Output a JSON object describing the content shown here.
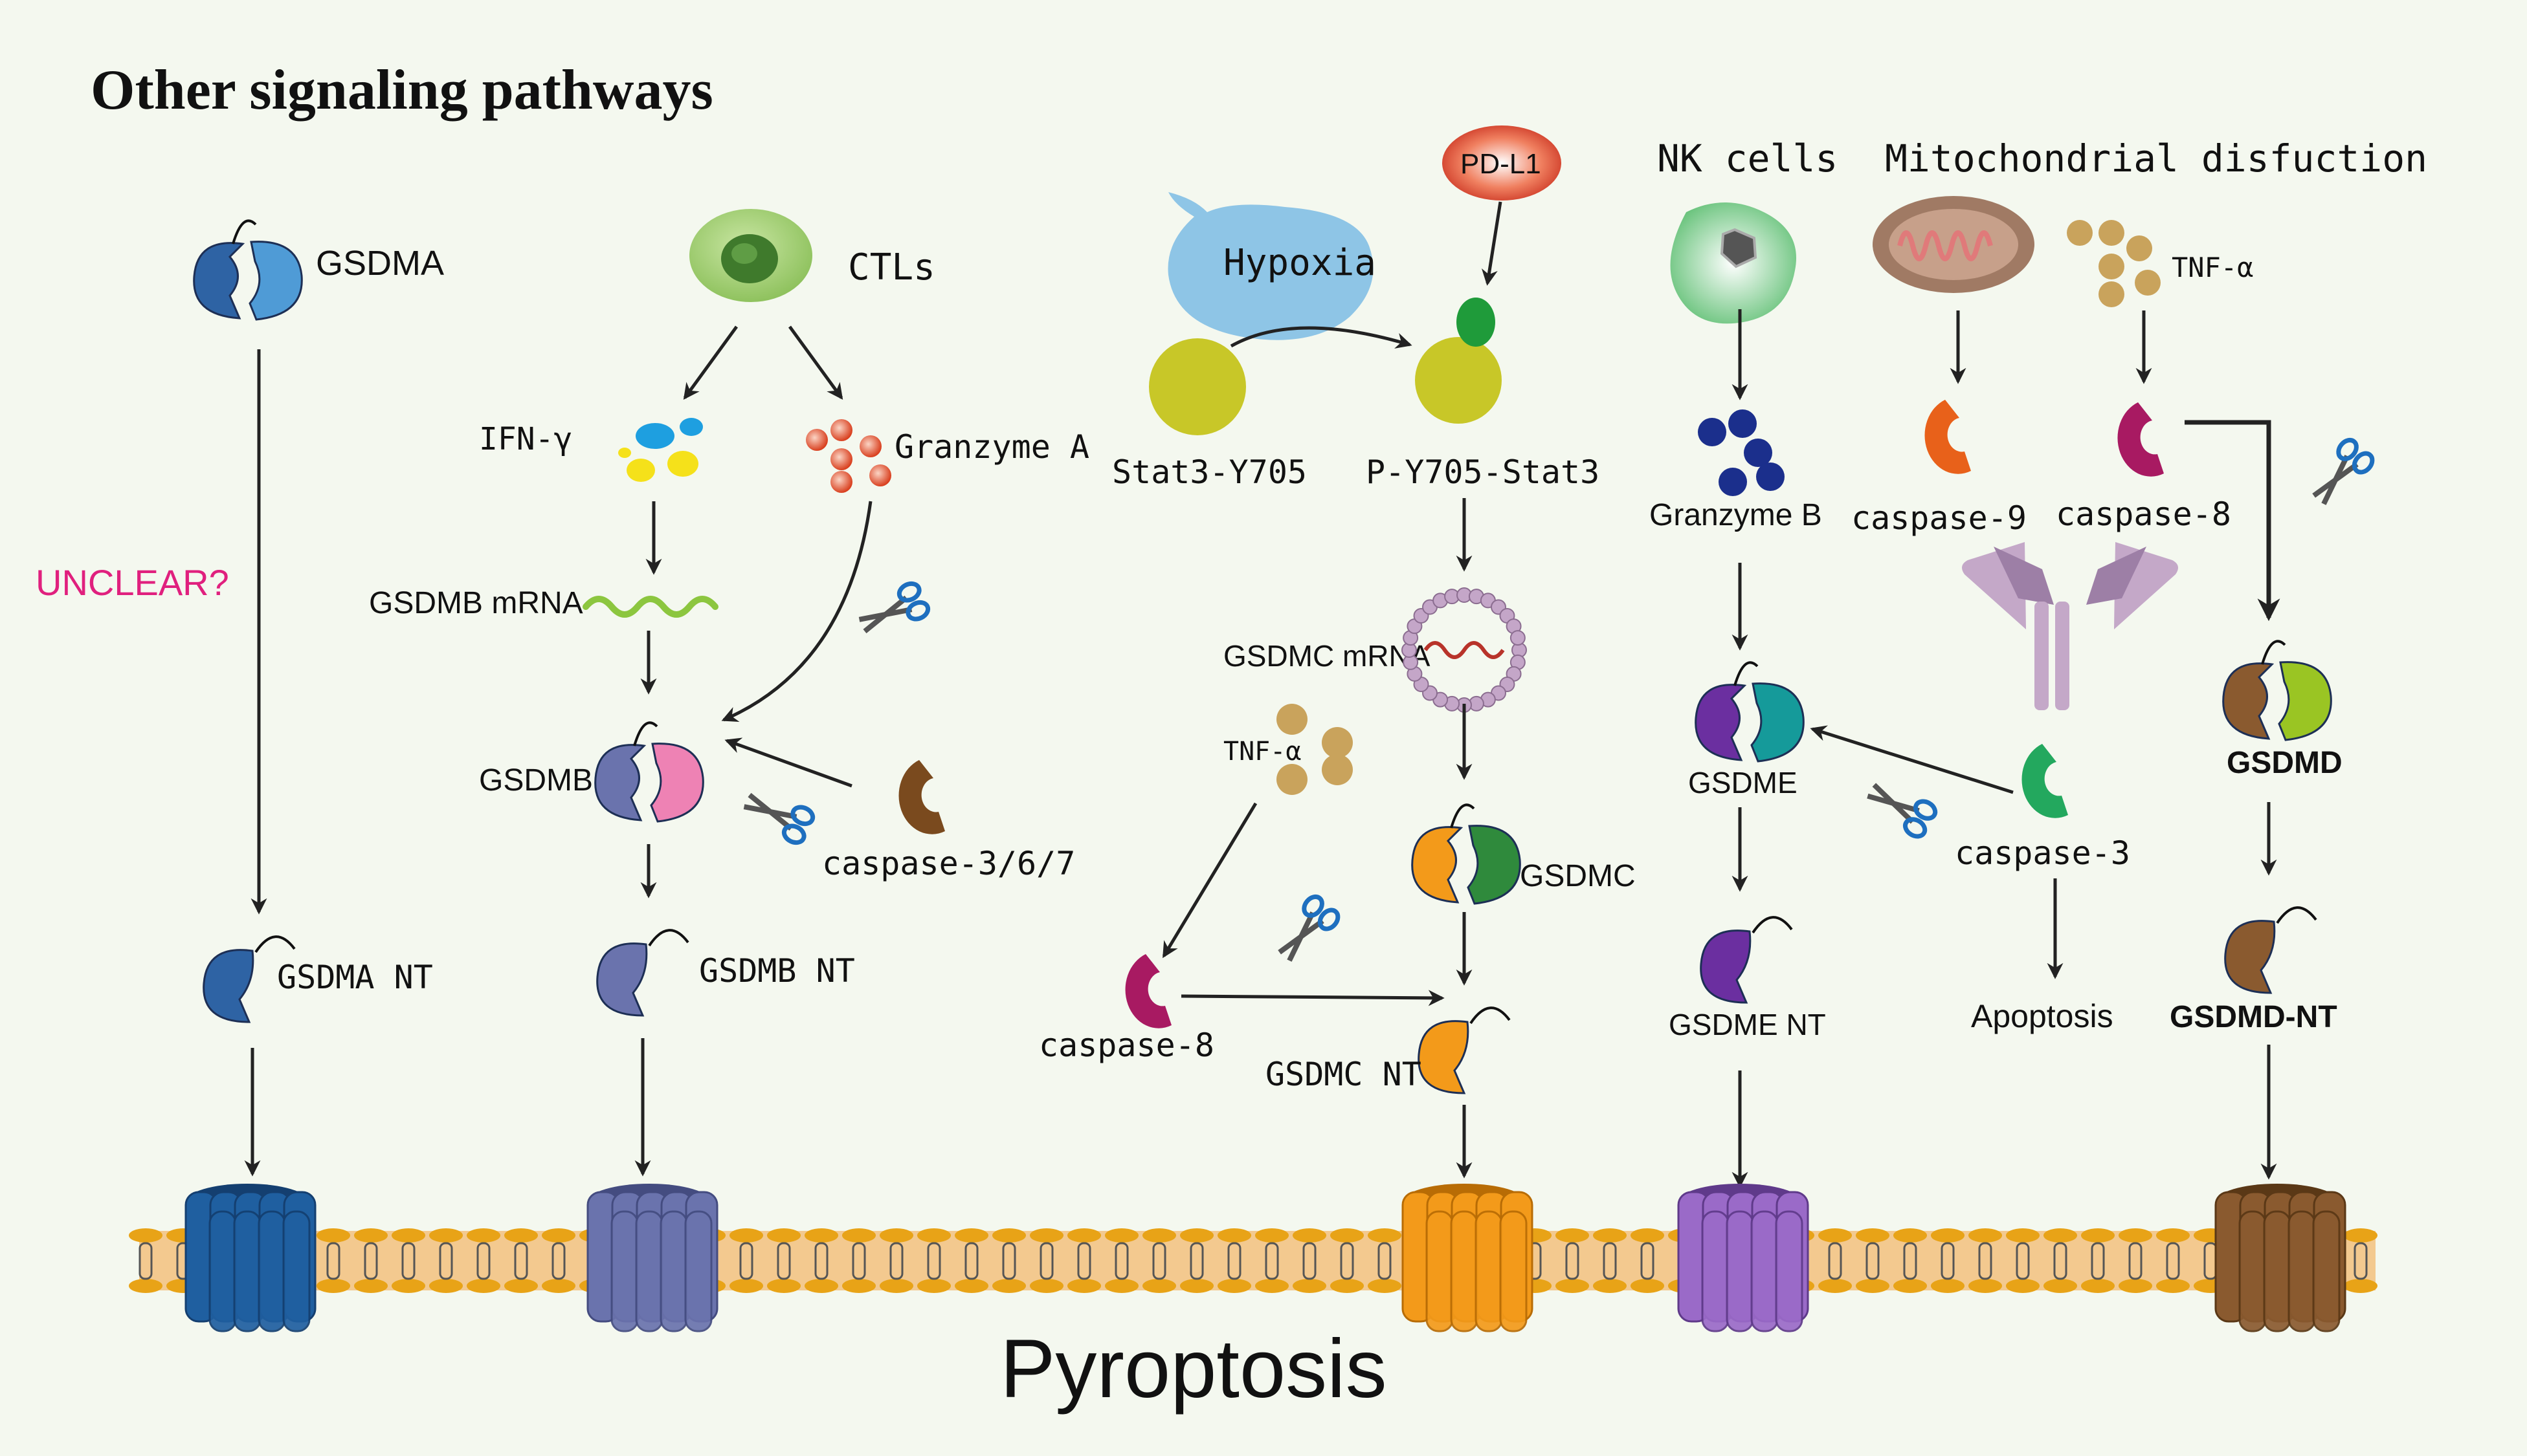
{
  "title": "Other signaling pathways",
  "footer": "Pyroptosis",
  "colors": {
    "background": "#f4f8ef",
    "arrow": "#222222",
    "membrane": "#f3c98f",
    "lipid_head": "#e8a317",
    "gsdma": "#2e63a4",
    "gsdmb": "#6a73ad",
    "gsdmc": "#f39a1a",
    "gsdme": "#7a4fb3",
    "gsdmd": "#8a5a2f",
    "unclear": "#e0207e",
    "caspase8": "#a81a62",
    "caspase9": "#e8611a",
    "caspase3": "#23a85e",
    "caspase367": "#7a4a1e"
  },
  "labels": {
    "gsdma": "GSDMA",
    "gsdma_nt": "GSDMA NT",
    "unclear": "UNCLEAR?",
    "ctls": "CTLs",
    "ifn_gamma": "IFN-γ",
    "granzyme_a": "Granzyme A",
    "gsdmb_mrna": "GSDMB mRNA",
    "gsdmb": "GSDMB",
    "caspase_367": "caspase-3/6/7",
    "gsdmb_nt": "GSDMB NT",
    "hypoxia": "Hypoxia",
    "pd_l1": "PD-L1",
    "stat3": "Stat3-Y705",
    "p_stat3": "P-Y705-Stat3",
    "gsdmc_mrna": "GSDMC mRNA",
    "tnf_alpha_mid": "TNF-α",
    "caspase_8_mid": "caspase-8",
    "gsdmc": "GSDMC",
    "gsdmc_nt": "GSDMC NT",
    "nk_cells": "NK cells",
    "granzyme_b": "Granzyme B",
    "gsdme": "GSDME",
    "gsdme_nt": "GSDME NT",
    "mito": "Mitochondrial disfuction",
    "caspase_9": "caspase-9",
    "caspase_3": "caspase-3",
    "apoptosis": "Apoptosis",
    "tnf_alpha_right": "TNF-α",
    "caspase_8_right": "caspase-8",
    "gsdmd": "GSDMD",
    "gsdmd_nt": "GSDMD-NT"
  }
}
